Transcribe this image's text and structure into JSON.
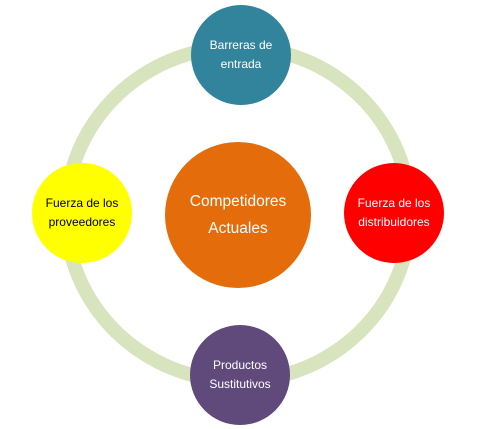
{
  "colors": {
    "ring": "#d7e4bd",
    "center": "#e46c0a",
    "top": "#31849b",
    "right": "#ff0000",
    "bottom": "#604a7b",
    "left": "#ffff00"
  },
  "nodes": {
    "center": {
      "label": "Competidores\nActuales",
      "text_color": "#ffffff"
    },
    "top": {
      "label": "Barreras de\nentrada",
      "text_color": "#ffffff"
    },
    "right": {
      "label": "Fuerza de los\ndistribuidores",
      "text_color": "#ffffff"
    },
    "bottom": {
      "label": "Productos\nSustitutivos",
      "text_color": "#ffffff"
    },
    "left": {
      "label": "Fuerza de los\nproveedores",
      "text_color": "#000000"
    }
  }
}
